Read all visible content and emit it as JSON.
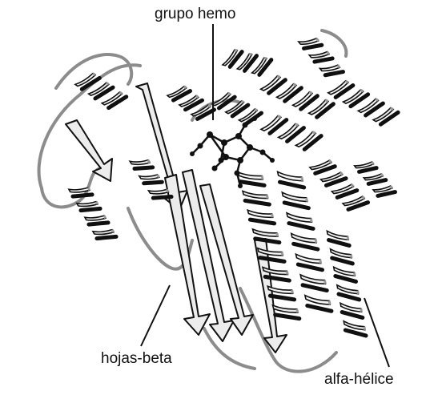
{
  "labels": {
    "heme_group": "grupo hemo",
    "beta_sheets": "hojas-beta",
    "alpha_helix": "alfa-hélice"
  },
  "colors": {
    "ribbon_fill": "#e9e9e9",
    "ribbon_shade": "#9a9a9a",
    "ribbon_outline": "#101010",
    "loop": "#8c8c8c",
    "text": "#111111"
  }
}
